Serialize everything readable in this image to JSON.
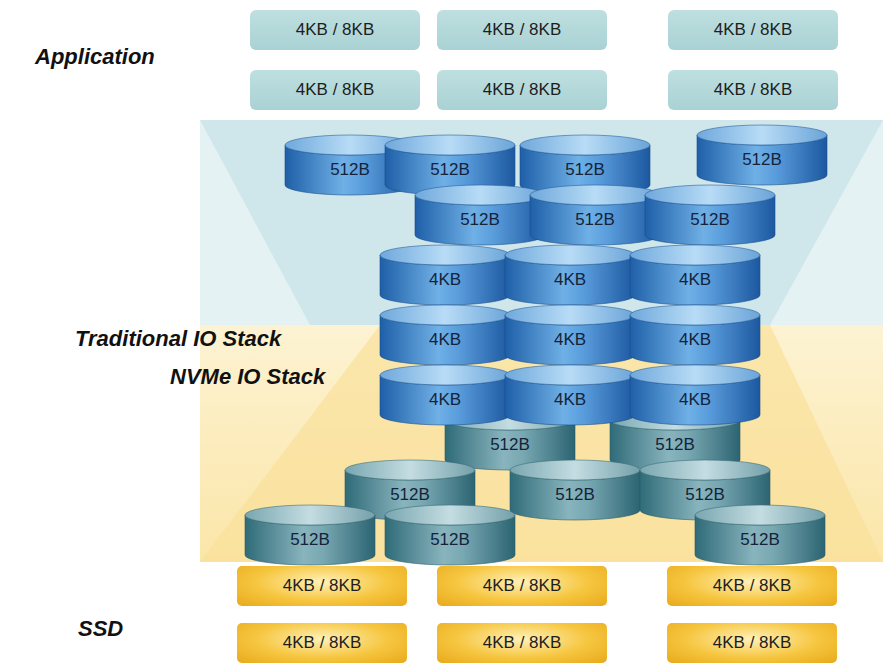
{
  "diagram": {
    "nodes": [
      {
        "text": [
          "4KB / 8KB"
        ]
      },
      {
        "text": [
          "4KB / 8KB"
        ]
      },
      {
        "text": [
          "4KB / 8KB"
        ]
      },
      {
        "text": [
          "4KB / 8KB"
        ]
      },
      {
        "text": [
          "4KB / 8KB"
        ]
      },
      {
        "text": [
          "4KB / 8KB"
        ]
      },
      {
        "text": [
          "512B"
        ]
      },
      {
        "text": [
          "512B"
        ]
      },
      {
        "text": [
          "512B"
        ]
      },
      {
        "text": [
          "512B"
        ]
      },
      {
        "text": [
          "512B"
        ]
      },
      {
        "text": [
          "512B"
        ]
      },
      {
        "text": [
          "512B"
        ]
      },
      {
        "text": [
          "4KB"
        ]
      },
      {
        "text": [
          "4KB"
        ]
      },
      {
        "text": [
          "4KB"
        ]
      },
      {
        "text": [
          "4KB"
        ]
      },
      {
        "text": [
          "4KB"
        ]
      },
      {
        "text": [
          "4KB"
        ]
      },
      {
        "text": [
          "4KB"
        ]
      },
      {
        "text": [
          "4KB"
        ]
      },
      {
        "text": [
          "4KB"
        ]
      },
      {
        "text": [
          "512B"
        ]
      },
      {
        "text": [
          "512B"
        ]
      },
      {
        "text": [
          "512B"
        ]
      },
      {
        "text": [
          "512B"
        ]
      },
      {
        "text": [
          "512B"
        ]
      },
      {
        "text": [
          "512B"
        ]
      },
      {
        "text": [
          "512B"
        ]
      },
      {
        "text": [
          "512B"
        ]
      },
      {
        "text": [
          "4KB / 8KB"
        ]
      },
      {
        "text": [
          "4KB / 8KB"
        ]
      },
      {
        "text": [
          "4KB / 8KB"
        ]
      },
      {
        "text": [
          "4KB / 8KB"
        ]
      },
      {
        "text": [
          "4KB / 8KB"
        ]
      },
      {
        "text": [
          "4KB / 8KB"
        ]
      }
    ],
    "edges": [],
    "labels": [
      "Application",
      "Traditional IO Stack",
      "NVMe IO Stack",
      "SSD"
    ]
  }
}
